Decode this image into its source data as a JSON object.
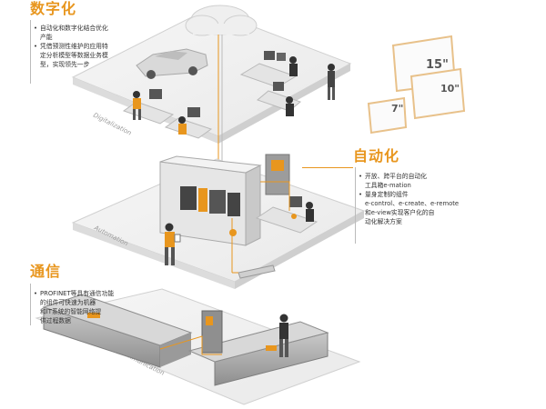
{
  "colors": {
    "accent": "#e8961e",
    "floor_light": "#f1f1f1",
    "floor_edge": "#d2d2d2",
    "machine_gray": "#9a9a9a",
    "text": "#333333"
  },
  "sections": {
    "digitalization": {
      "title": "数字化",
      "bullets": [
        {
          "lines": [
            "自动化和数字化结合优化",
            "产能"
          ]
        },
        {
          "lines": [
            "凭借预测性维护的应用特",
            "定分析模型等数据业务模",
            "型，实现领先一步"
          ]
        }
      ],
      "floor_label": "Digitalization"
    },
    "automation": {
      "title": "自动化",
      "bullets": [
        {
          "lines": [
            "开放、跨平台的自动化",
            "工具箱e-mation"
          ]
        },
        {
          "lines": [
            "量身定制的组件",
            "e-control、e-create、e-remote",
            "和e-view实现客户化的自",
            "动化解决方案"
          ]
        }
      ],
      "floor_label": "Automation"
    },
    "communication": {
      "title": "通信",
      "bullets": [
        {
          "lines": [
            "PROFINET等具有通信功能",
            "的组件可快速为机器",
            "和IT系统的智能网络提",
            "供过程数据"
          ]
        }
      ],
      "floor_label": "Communication"
    }
  },
  "screens": {
    "labels": [
      "15\"",
      "10\"",
      "7\""
    ]
  }
}
